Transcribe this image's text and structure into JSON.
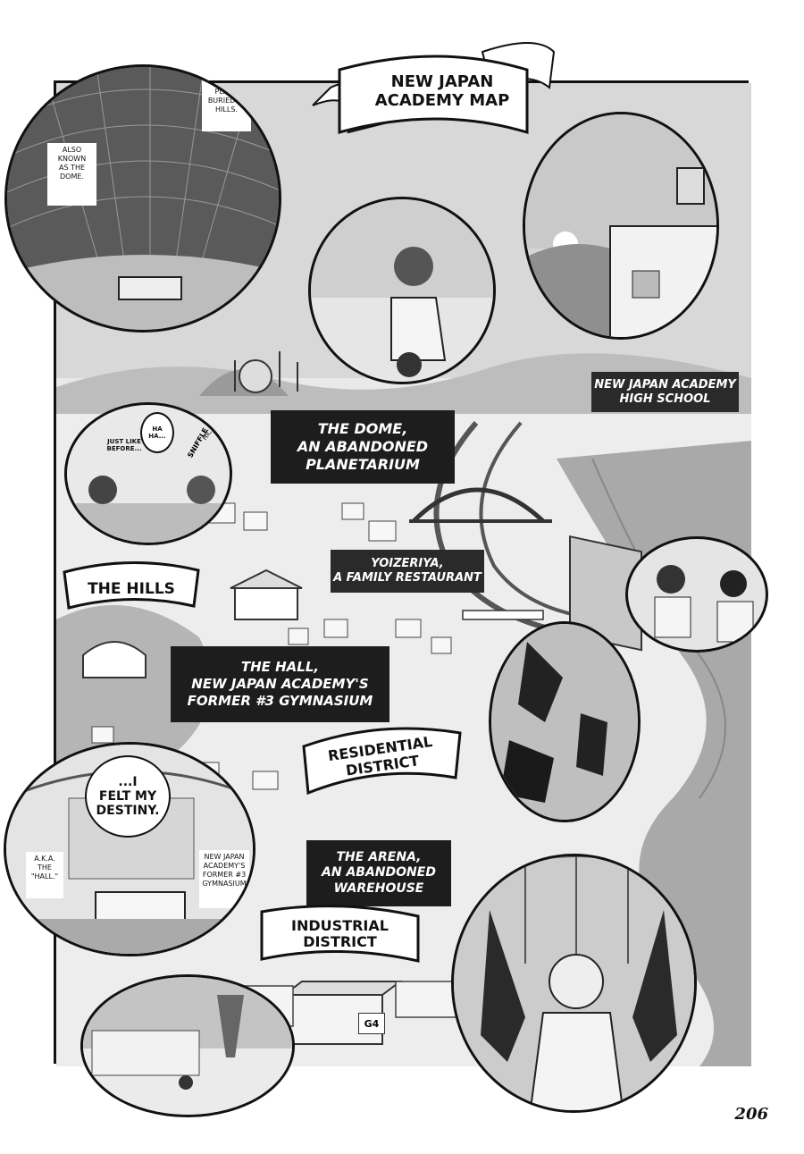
{
  "title_banner": "NEW JAPAN\nACADEMY MAP",
  "locations": {
    "dome": "THE DOME,\nAN ABANDONED\nPLANETARIUM",
    "school": "NEW JAPAN ACADEMY\nHIGH SCHOOL",
    "restaurant": "YOIZERIYA,\nA FAMILY RESTAURANT",
    "hall": "THE HALL,\nNEW JAPAN ACADEMY'S\nFORMER #3 GYMNASIUM",
    "arena": "THE ARENA,\nAN ABANDONED\nWAREHOUSE"
  },
  "banners": {
    "hills": "THE HILLS",
    "residential": "RESIDENTIAL\nDISTRICT",
    "industrial": "INDUSTRIAL\nDISTRICT"
  },
  "captions": {
    "dome_caption": "ALSO\nKNOWN\nAS THE\nDOME.",
    "dome_caption_2": "AB\nPLANE\nBURIED IN\nHILLS.",
    "hall_caption_left": "A.K.A.\nTHE\n\"HALL.\"",
    "hall_caption_right": "NEW JAPAN\nACADEMY'S\nFORMER #3\nGYMNASIUM"
  },
  "speech": {
    "restaurant_1": "HA\nHA...",
    "restaurant_2": "JUST LIKE\nBEFORE...",
    "restaurant_sfx": "SNIFFLE",
    "restaurant_sfx_2": "HIC..",
    "hall_line": "...I\nFELT MY\nDESTINY."
  },
  "sign_g4": "G4",
  "page_number": "206"
}
